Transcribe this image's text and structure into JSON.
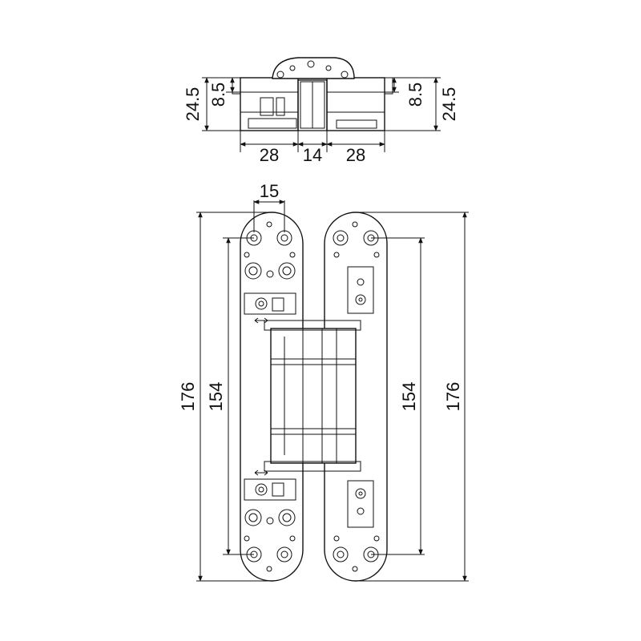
{
  "top_view": {
    "height_left": "24.5",
    "depth_left": "8.5",
    "depth_right": "8.5",
    "height_right": "24.5",
    "width_left": "28",
    "width_center": "14",
    "width_right": "28"
  },
  "front_view": {
    "hole_spacing": "15",
    "length_outer_left": "176",
    "length_inner_left": "154",
    "length_inner_right": "154",
    "length_outer_right": "176"
  },
  "colors": {
    "line": "#111111",
    "background": "#ffffff"
  }
}
